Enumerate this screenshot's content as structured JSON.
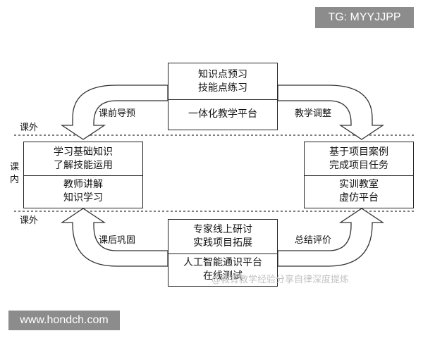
{
  "watermark_tag": "TG: MYYJJPP",
  "site_tag": "www.hondch.com",
  "photo_watermark": "@教育教学经验分享自律深度提炼",
  "zones": {
    "outer_top": "课外",
    "inner": "课内",
    "outer_bottom": "课外"
  },
  "boxes": {
    "top": {
      "top_lines": [
        "知识点预习",
        "技能点练习"
      ],
      "bottom_lines": [
        "一体化教学平台"
      ]
    },
    "left": {
      "top_lines": [
        "学习基础知识",
        "了解技能运用"
      ],
      "bottom_lines": [
        "教师讲解",
        "知识学习"
      ]
    },
    "right": {
      "top_lines": [
        "基于项目案例",
        "完成项目任务"
      ],
      "bottom_lines": [
        "实训教室",
        "虚仿平台"
      ]
    },
    "bottom": {
      "top_lines": [
        "专家线上研讨",
        "实践项目拓展"
      ],
      "bottom_lines": [
        "人工智能通识平台",
        "在线测试"
      ]
    }
  },
  "arrow_labels": {
    "top_left": "课前导预",
    "top_right": "教学调整",
    "bottom_left": "课后巩固",
    "bottom_right": "总结评价"
  }
}
